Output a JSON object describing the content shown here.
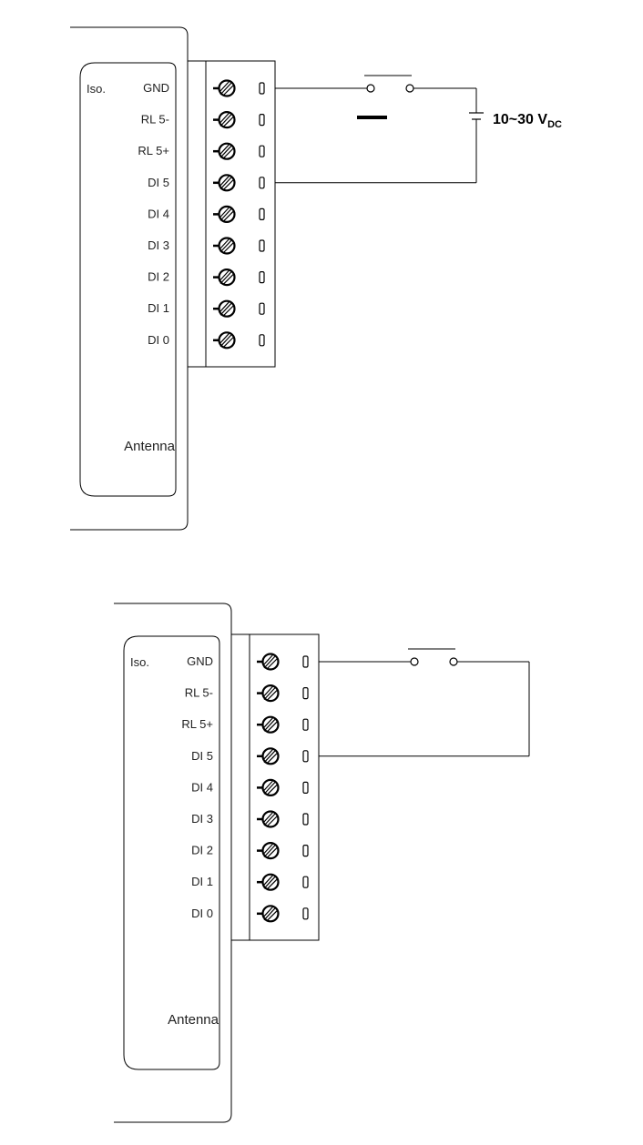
{
  "diagrams": [
    {
      "iso_label": "Iso.",
      "pins": [
        "GND",
        "RL 5-",
        "RL 5+",
        "DI 5",
        "DI 4",
        "DI 3",
        "DI 2",
        "DI 1",
        "DI 0"
      ],
      "antenna_label": "Antenna",
      "has_power_source": true,
      "voltage_label": "10~30 V",
      "voltage_subscript": "DC"
    },
    {
      "iso_label": "Iso.",
      "pins": [
        "GND",
        "RL 5-",
        "RL 5+",
        "DI 5",
        "DI 4",
        "DI 3",
        "DI 2",
        "DI 1",
        "DI 0"
      ],
      "antenna_label": "Antenna",
      "has_power_source": false
    }
  ],
  "colors": {
    "line": "#000000",
    "text": "#222222"
  }
}
